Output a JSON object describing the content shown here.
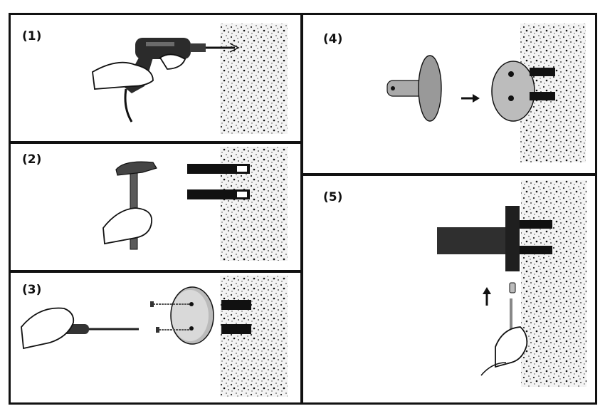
{
  "steps": [
    {
      "label": "(1)"
    },
    {
      "label": "(2)"
    },
    {
      "label": "(3)"
    },
    {
      "label": "(4)"
    },
    {
      "label": "(5)"
    }
  ],
  "colors": {
    "ink": "#111111",
    "metal": "#3a3a3a",
    "metal_light": "#bdbdbd",
    "wall_speckle": "#222222",
    "background": "#ffffff"
  }
}
